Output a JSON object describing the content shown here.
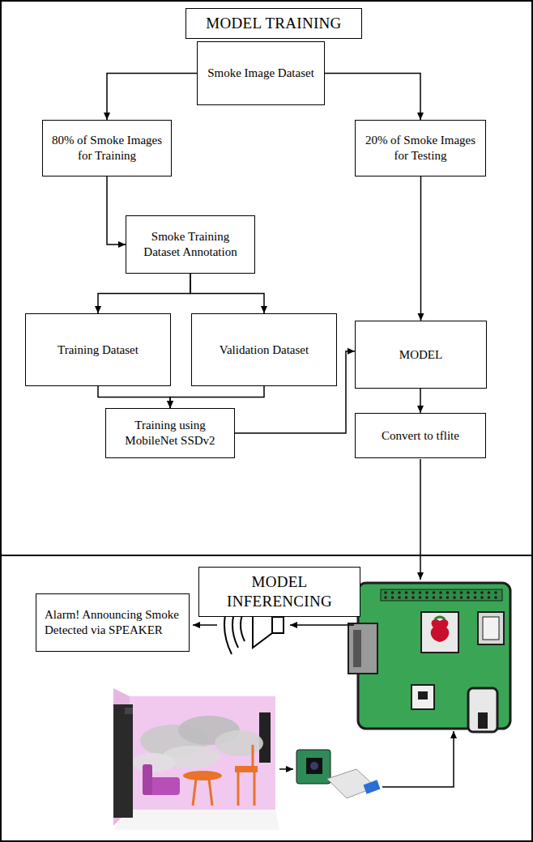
{
  "diagram": {
    "nodes": [
      {
        "text": [
          "MODEL TRAINING"
        ]
      },
      {
        "text": [
          "Smoke Image Dataset"
        ]
      },
      {
        "text": [
          "80% of Smoke Images for Training"
        ]
      },
      {
        "text": [
          "20% of Smoke Images for Testing"
        ]
      },
      {
        "text": [
          "Smoke Training Dataset Annotation"
        ]
      },
      {
        "text": [
          "Training Dataset"
        ]
      },
      {
        "text": [
          "Validation Dataset"
        ]
      },
      {
        "text": [
          "MODEL"
        ]
      },
      {
        "text": [
          "Training using MobileNet SSDv2"
        ]
      },
      {
        "text": [
          "Convert to tflite"
        ]
      },
      {
        "text": [
          "MODEL INFERENCING"
        ]
      },
      {
        "text": [
          "Alarm! Announcing Smoke Detected via SPEAKER"
        ]
      }
    ],
    "edges": [
      {
        "from": 1,
        "to": 2,
        "arrow": "to"
      },
      {
        "from": 1,
        "to": 3,
        "arrow": "to"
      },
      {
        "from": 2,
        "to": 4,
        "arrow": "to"
      },
      {
        "from": 4,
        "to": 5,
        "arrow": "to"
      },
      {
        "from": 4,
        "to": 6,
        "arrow": "to"
      },
      {
        "from": 5,
        "to": 8,
        "arrow": "to"
      },
      {
        "from": 6,
        "to": 8,
        "arrow": "to"
      },
      {
        "from": 8,
        "to": 7,
        "arrow": "to"
      },
      {
        "from": 3,
        "to": 7,
        "arrow": "to"
      },
      {
        "from": 7,
        "to": 9,
        "arrow": "to"
      }
    ]
  }
}
